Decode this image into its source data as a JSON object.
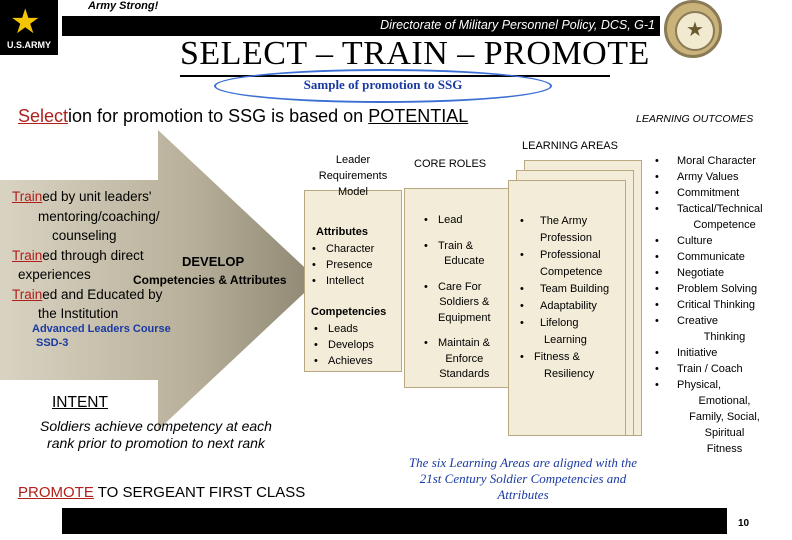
{
  "header": {
    "army_strong": "Army Strong!",
    "logo_text": "U.S.ARMY",
    "directorate": "Directorate of Military Personnel Policy, DCS, G-1",
    "title": "SELECT – TRAIN – PROMOTE",
    "subtitle": "Sample of promotion to SSG"
  },
  "selection": {
    "highlight": "Select",
    "rest": "ion for promotion to SSG is based on ",
    "emphasis": "POTENTIAL"
  },
  "arrow_text": {
    "t1_highlight": "Train",
    "t1_rest": "ed by unit leaders'",
    "t2": "mentoring/coaching/",
    "t3": "counseling",
    "t4_highlight": "Train",
    "t4_rest": "ed through direct",
    "t5": "experiences",
    "t6_highlight": "Train",
    "t6_rest": "ed and Educated by",
    "t7": "the Institution",
    "develop": "DEVELOP",
    "competencies_attributes": "Competencies & Attributes",
    "alc_line1": "Advanced Leaders Course",
    "alc_line2": "SSD-3"
  },
  "lrm": {
    "title_l1": "Leader",
    "title_l2": "Requirements",
    "title_l3": "Model",
    "attributes_title": "Attributes",
    "attributes": [
      "Character",
      "Presence",
      "Intellect"
    ],
    "competencies_title": "Competencies",
    "competencies": [
      "Leads",
      "Develops",
      "Achieves"
    ]
  },
  "core_roles": {
    "title": "CORE ROLES",
    "items": [
      {
        "l1": "Lead",
        "l2": "",
        "l3": ""
      },
      {
        "l1": "Train &",
        "l2": "Educate",
        "l3": ""
      },
      {
        "l1": "Care For",
        "l2": "Soldiers &",
        "l3": "Equipment"
      },
      {
        "l1": "Maintain &",
        "l2": "Enforce",
        "l3": "Standards"
      }
    ]
  },
  "learning_areas": {
    "title": "LEARNING AREAS",
    "items": [
      {
        "l1": "The Army",
        "l2": "Profession"
      },
      {
        "l1": "Professional",
        "l2": "Competence"
      },
      {
        "l1": "Team Building",
        "l2": ""
      },
      {
        "l1": "Adaptability",
        "l2": ""
      },
      {
        "l1": "Lifelong",
        "l2": "Learning"
      },
      {
        "l1": "Fitness &",
        "l2": "Resiliency"
      }
    ]
  },
  "learning_outcomes": {
    "title": "LEARNING OUTCOMES",
    "items": [
      {
        "l1": "Moral Character"
      },
      {
        "l1": "Army Values"
      },
      {
        "l1": "Commitment"
      },
      {
        "l1": "Tactical/Technical",
        "l2": "Competence"
      },
      {
        "l1": "Culture"
      },
      {
        "l1": "Communicate"
      },
      {
        "l1": "Negotiate"
      },
      {
        "l1": "Problem Solving"
      },
      {
        "l1": "Critical Thinking"
      },
      {
        "l1": "Creative",
        "l2": "Thinking"
      },
      {
        "l1": "Initiative"
      },
      {
        "l1": "Train / Coach"
      },
      {
        "l1": "Physical,",
        "l2": "Emotional,",
        "l3": "Family, Social,",
        "l4": "Spiritual",
        "l5": "Fitness"
      }
    ]
  },
  "intent": {
    "title": "INTENT",
    "text": "Soldiers achieve competency at each rank prior to promotion to next rank"
  },
  "promote": {
    "highlight": "PROMOTE",
    "rest": " TO SERGEANT FIRST CLASS"
  },
  "six_areas": "The six Learning Areas are aligned with the 21st Century Soldier Competencies and Attributes",
  "page_number": "10",
  "colors": {
    "highlight_red": "#b0201a",
    "blue_text": "#1a3aa3",
    "box_fill": "#f3ecd9",
    "arrow_fill": "#b8b09a"
  },
  "icons": {
    "army_logo": "army-star-logo",
    "seal": "army-seal"
  }
}
